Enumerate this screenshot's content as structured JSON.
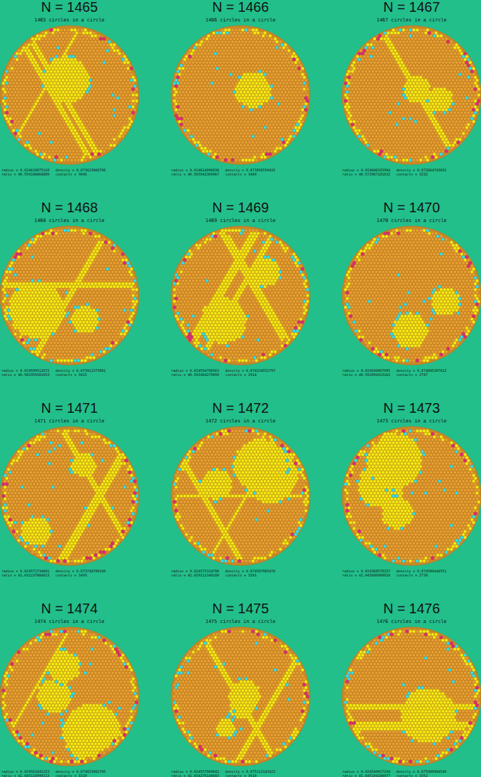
{
  "diagram": {
    "labels": [
      "N = 1465",
      "1465 circles in a circle",
      "radius =   0.024619875143",
      "density = 0.873623866708",
      "ratio  =  40.550248868889",
      "contacts = 3006",
      "N = 1466",
      "1466 circles in a circle",
      "radius =   0.024614096836",
      "density = 0.873856550415",
      "ratio  =  40.565942369967",
      "contacts = 3469",
      "N = 1467",
      "1467 circles in a circle",
      "radius =   0.024606325904",
      "density = 0.872864743691",
      "ratio  =  40.572967181632",
      "contacts = 3232",
      "N = 1468",
      "1468 circles in a circle",
      "radius =   0.024599512672",
      "density = 0.873912373981",
      "ratio  =  40.583359381053",
      "contacts = 3415",
      "N = 1469",
      "1469 circles in a circle",
      "radius =   0.024594708563",
      "density = 0.874234552797",
      "ratio  =  40.592484279890",
      "contacts = 2914",
      "N = 1470",
      "1470 circles in a circle",
      "radius =   0.024584967095",
      "density = 0.874805287012",
      "ratio  =  40.592894313162",
      "contacts = 2787",
      "N = 1471",
      "1471 circles in a circle",
      "radius =   0.024571734601",
      "density = 0.873748789249",
      "ratio  =  41.031137866813",
      "contacts = 3493",
      "N = 1472",
      "1472 circles in a circle",
      "radius =   0.024575314706",
      "density = 0.874587885476",
      "ratio  =  41.029111349180",
      "contacts = 3301",
      "N = 1473",
      "1473 circles in a circle",
      "radius =   0.024368578157",
      "density = 0.874586446551",
      "ratio  =  41.045686989818",
      "contacts = 2739",
      "N = 1474",
      "1474 circles in a circle",
      "radius =   0.024561842153",
      "density = 0.874653982785",
      "ratio  =  41.045118999213",
      "contacts = 3320",
      "N = 1475",
      "1475 circles in a circle",
      "radius =   0.024557968041",
      "density = 0.875113143422",
      "ratio  =  41.034276140683",
      "contacts = 3018",
      "N = 1476",
      "1476 circles in a circle",
      "radius =   0.024549027194",
      "density = 0.875080984549",
      "ratio  =  41.045104248977",
      "contacts = 3352"
    ]
  }
}
